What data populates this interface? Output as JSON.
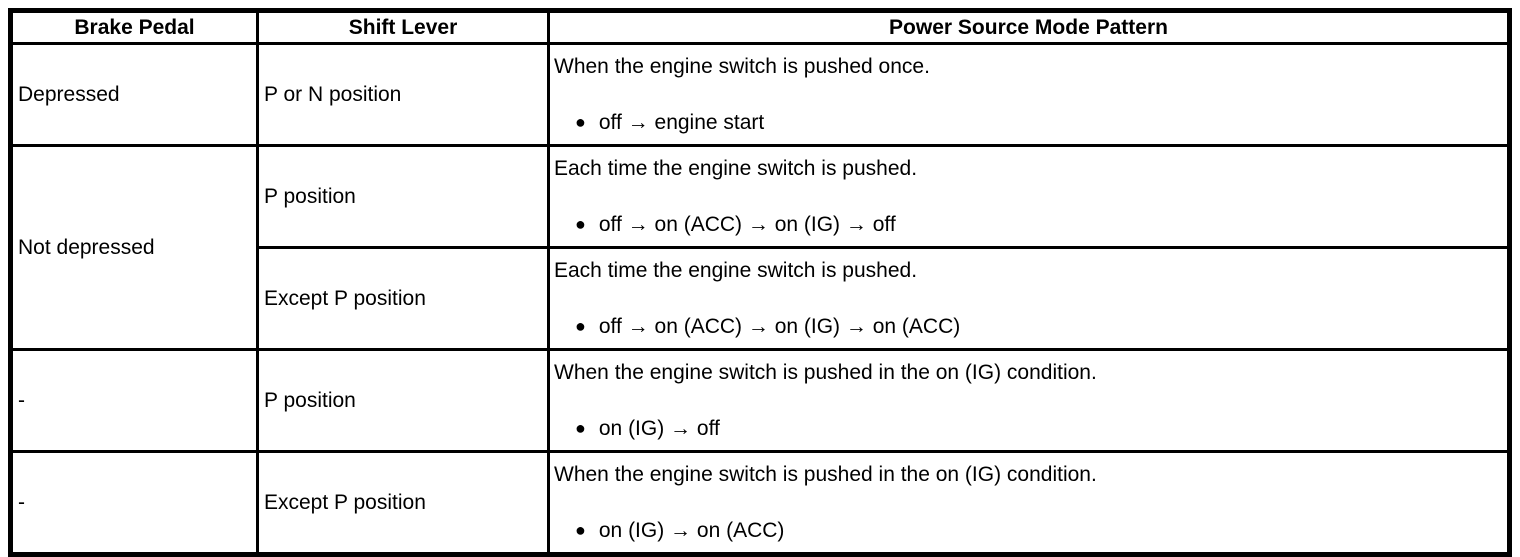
{
  "colors": {
    "border": "#000000",
    "text": "#000000",
    "background": "#ffffff"
  },
  "icons": {
    "bullet_icon": "●"
  },
  "table": {
    "headers": {
      "brake_pedal": "Brake Pedal",
      "shift_lever": "Shift Lever",
      "power_source_mode_pattern": "Power Source Mode Pattern"
    },
    "rows": [
      {
        "brake_pedal": "Depressed",
        "shift_lever": "P or N position",
        "pattern_intro": "When the engine switch is pushed once.",
        "pattern_bullet": "off → engine start"
      },
      {
        "brake_pedal": "Not depressed",
        "shift_lever": "P position",
        "pattern_intro": "Each time the engine switch is pushed.",
        "pattern_bullet": "off → on (ACC) → on (IG) → off"
      },
      {
        "shift_lever": "Except P position",
        "pattern_intro": "Each time the engine switch is pushed.",
        "pattern_bullet": "off → on (ACC) → on (IG) → on (ACC)"
      },
      {
        "brake_pedal": "-",
        "shift_lever": "P position",
        "pattern_intro": "When the engine switch is pushed in the on (IG) condition.",
        "pattern_bullet": "on (IG) → off"
      },
      {
        "brake_pedal": "-",
        "shift_lever": "Except P position",
        "pattern_intro": "When the engine switch is pushed in the on (IG) condition.",
        "pattern_bullet": "on (IG) → on (ACC)"
      }
    ]
  }
}
